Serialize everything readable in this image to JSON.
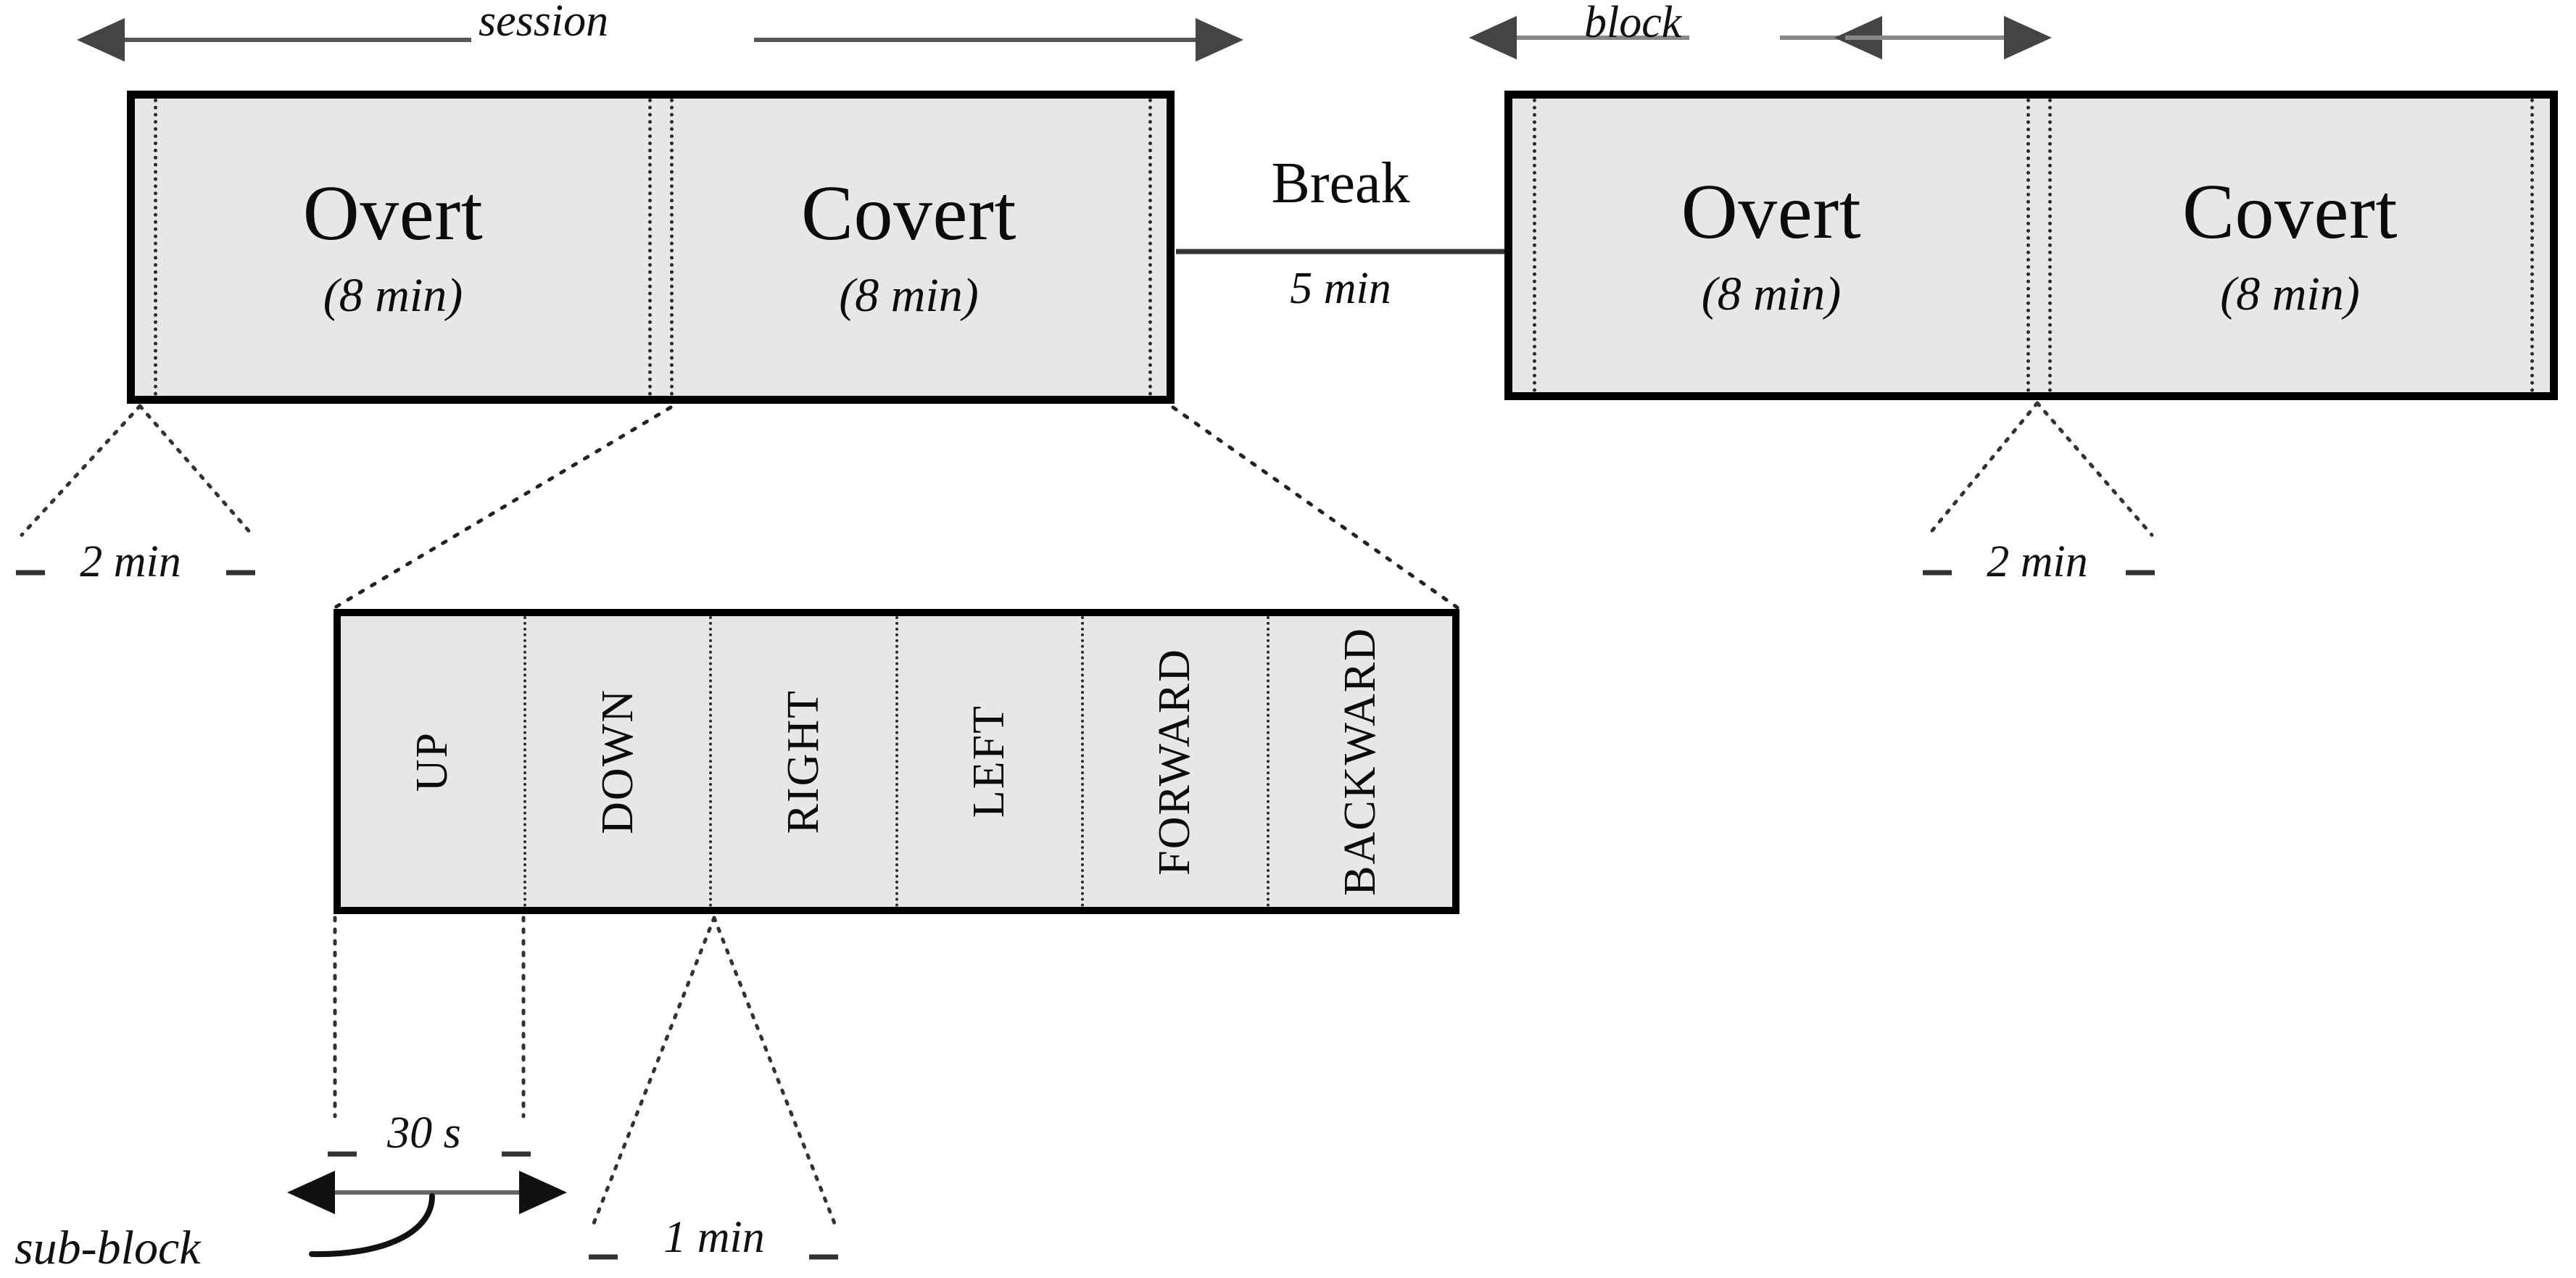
{
  "diagram": {
    "title_top_left": "session",
    "title_top_right": "block",
    "blocks": [
      {
        "id": "session-block-1",
        "phases": [
          {
            "name": "Overt",
            "duration": "(8 min)"
          },
          {
            "name": "Covert",
            "duration": "(8 min)"
          }
        ]
      },
      {
        "id": "session-block-2",
        "phases": [
          {
            "name": "Overt",
            "duration": "(8 min)"
          },
          {
            "name": "Covert",
            "duration": "(8 min)"
          }
        ]
      }
    ],
    "break": {
      "label": "Break",
      "duration": "5 min"
    },
    "annotations": {
      "rest_left": "2 min",
      "rest_right": "2 min",
      "subblock_cue": "30 s",
      "subblock_total": "1 min",
      "subblock_word": "sub-block"
    },
    "subblock": {
      "cells": [
        {
          "label": "UP"
        },
        {
          "label": "DOWN"
        },
        {
          "label": "RIGHT"
        },
        {
          "label": "LEFT"
        },
        {
          "label": "FORWARD"
        },
        {
          "label": "BACKWARD"
        }
      ]
    },
    "colors": {
      "block_fill": "#e7e7e7",
      "stroke": "#000000",
      "dotted": "#2b2b2b",
      "background": "#ffffff"
    }
  }
}
